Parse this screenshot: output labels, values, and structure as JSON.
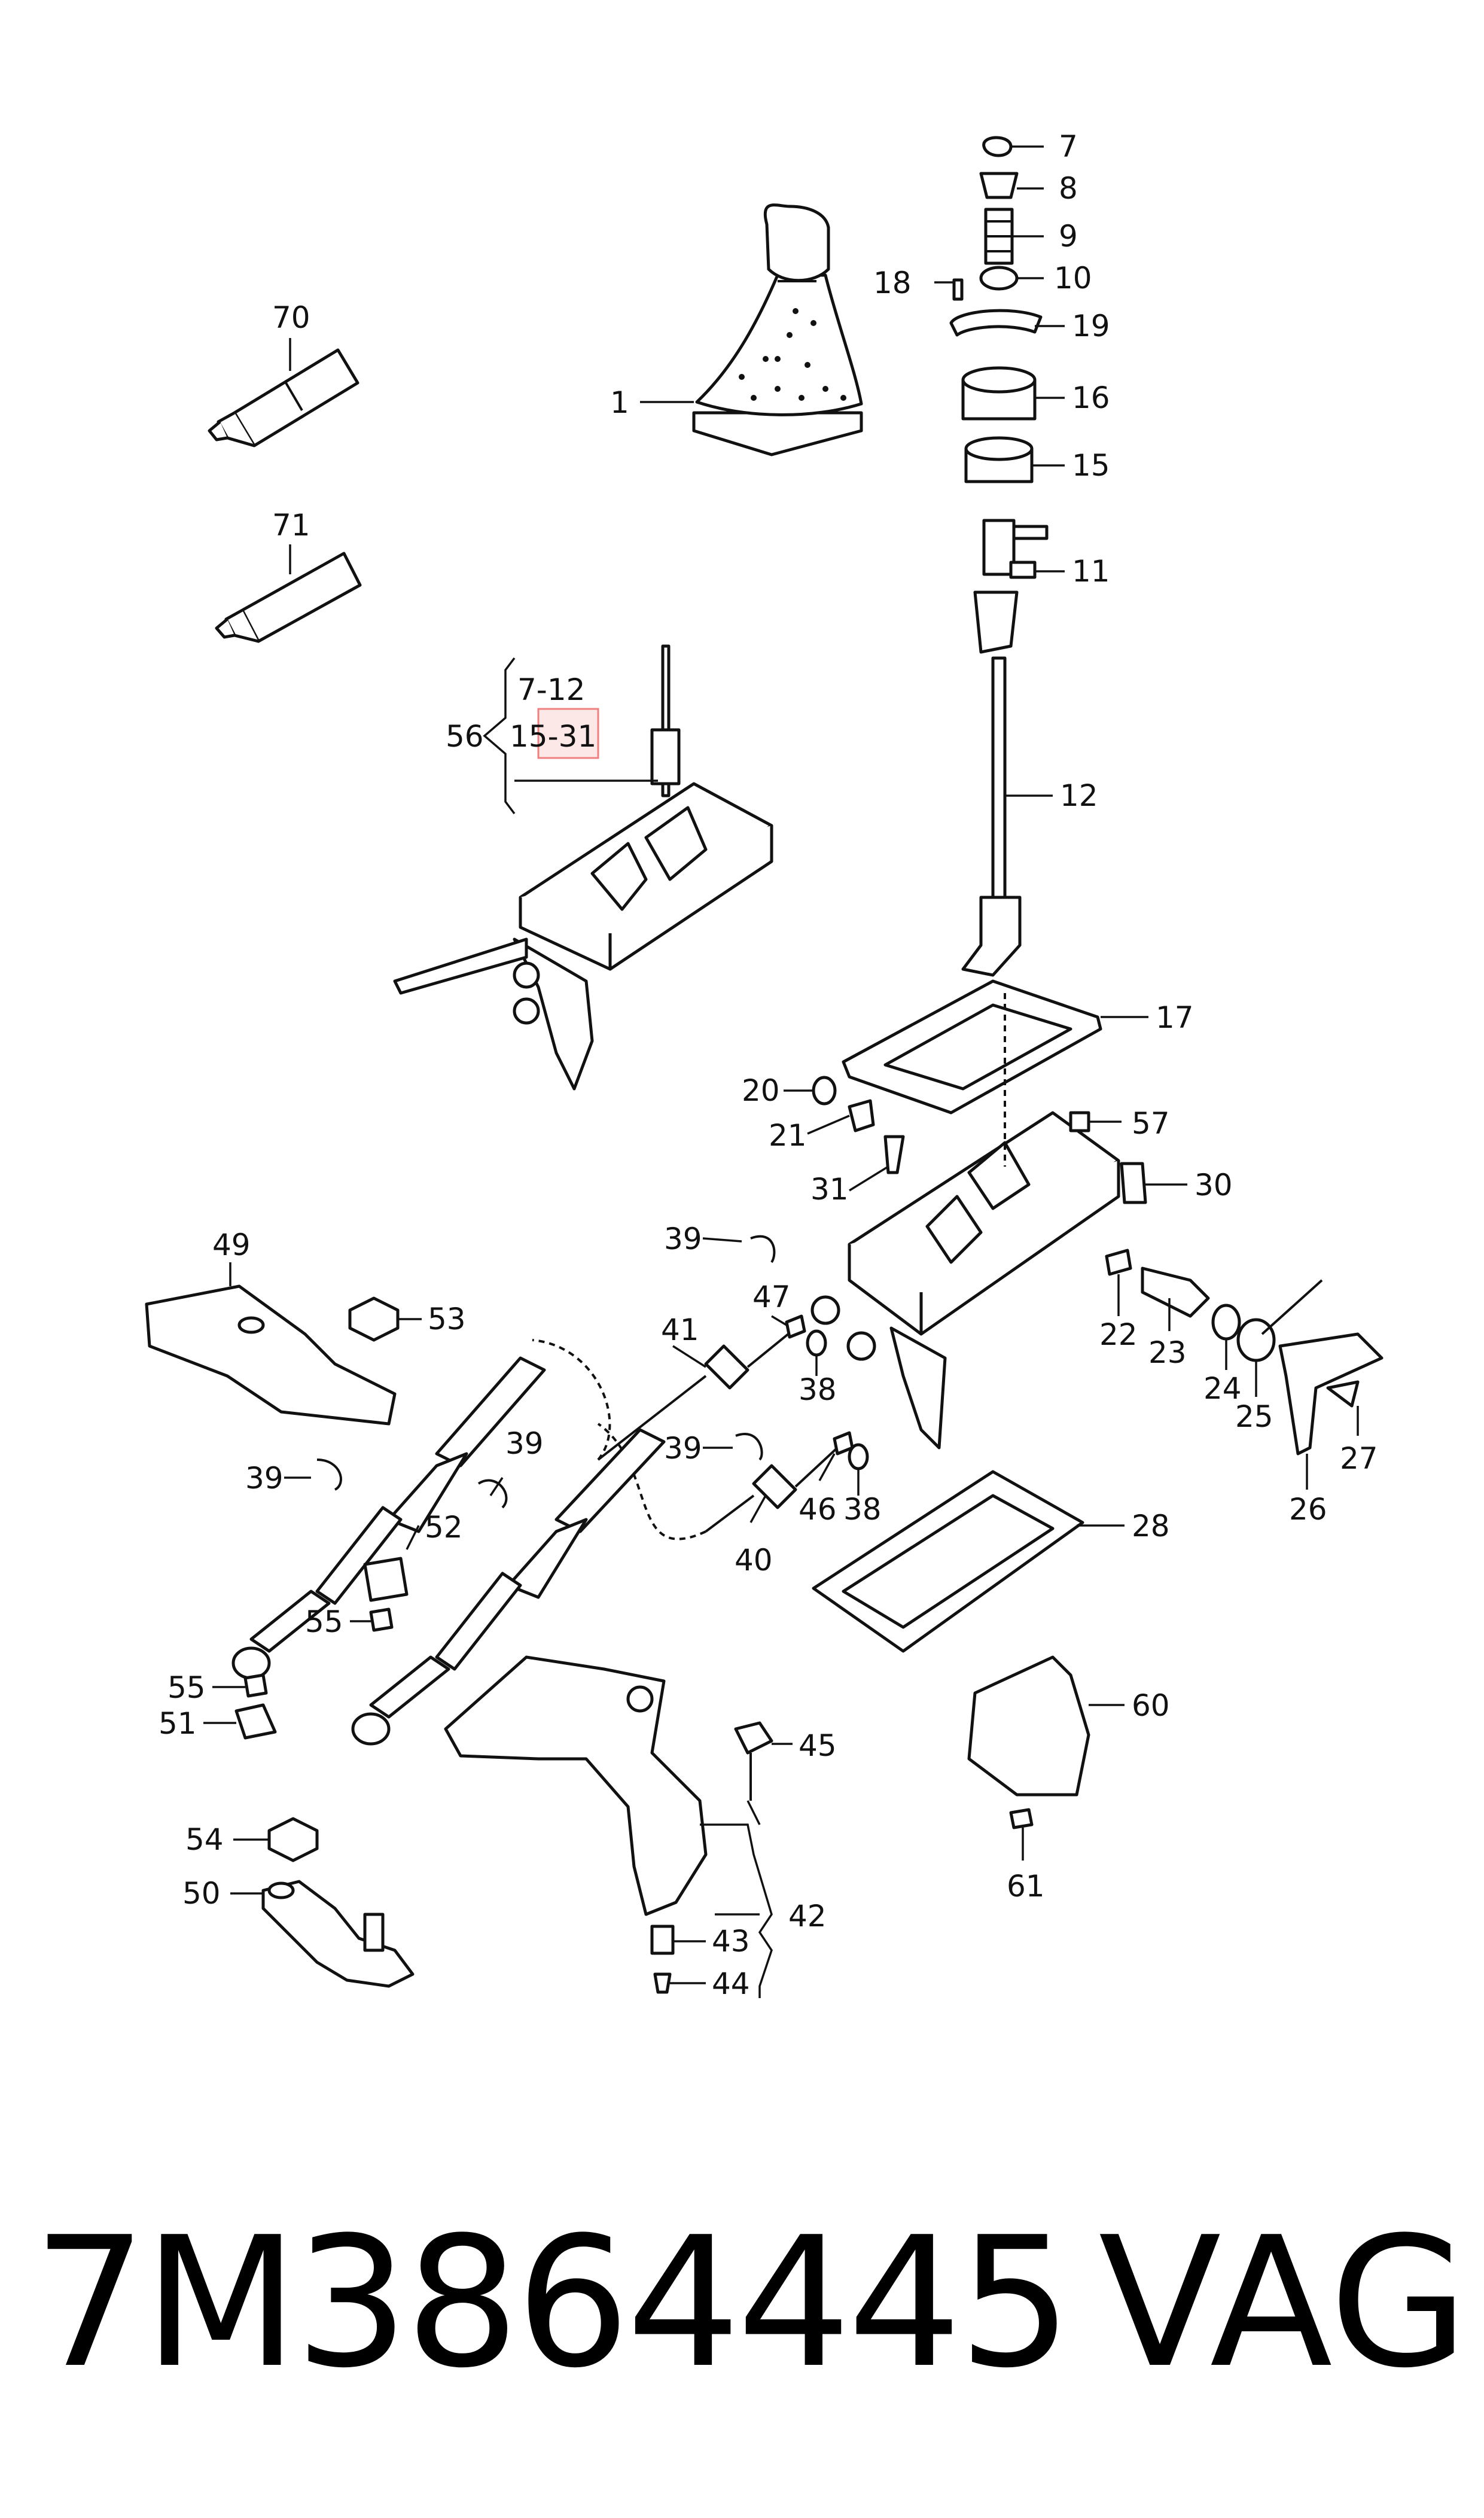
{
  "callouts": {
    "c1": "1",
    "c7": "7",
    "c8": "8",
    "c9": "9",
    "c10": "10",
    "c11": "11",
    "c12": "12",
    "c15": "15",
    "c16": "16",
    "c17": "17",
    "c18": "18",
    "c19": "19",
    "c20": "20",
    "c21": "21",
    "c22": "22",
    "c23": "23",
    "c24": "24",
    "c25": "25",
    "c26": "26",
    "c27": "27",
    "c28": "28",
    "c30": "30",
    "c31": "31",
    "c38a": "38",
    "c38b": "38",
    "c39a": "39",
    "c39b": "39",
    "c39c": "39",
    "c39d": "39",
    "c40": "40",
    "c41": "41",
    "c42": "42",
    "c43": "43",
    "c44": "44",
    "c45": "45",
    "c46": "46",
    "c47": "47",
    "c49": "49",
    "c50": "50",
    "c51": "51",
    "c52": "52",
    "c53": "53",
    "c54": "54",
    "c55a": "55",
    "c55b": "55",
    "c56": "56",
    "c57": "57",
    "c60": "60",
    "c61": "61",
    "c70": "70",
    "c71": "71"
  },
  "assembly_56": {
    "range_a": "7-12",
    "range_b": "15-31"
  },
  "highlight_color": "#f08080",
  "caption": {
    "part_number": "7M3864445",
    "brand": "VAG"
  }
}
